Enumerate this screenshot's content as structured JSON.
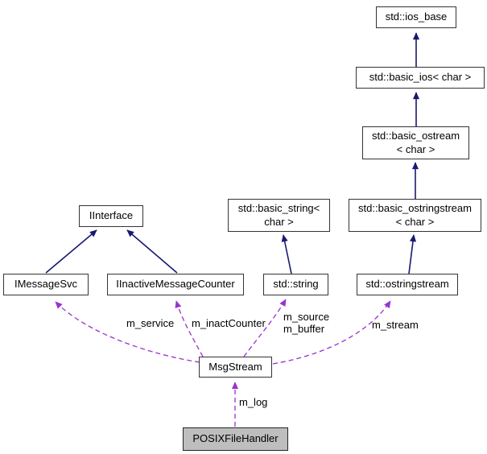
{
  "diagram": {
    "type": "collaboration-graph",
    "nodes": [
      {
        "id": "std-ios-base",
        "label": "std::ios_base"
      },
      {
        "id": "std-basic-ios",
        "label": "std::basic_ios< char >"
      },
      {
        "id": "std-basic-ostream",
        "label": "std::basic_ostream\n< char >"
      },
      {
        "id": "std-basic-ostringstream",
        "label": "std::basic_ostringstream\n< char >"
      },
      {
        "id": "std-ostringstream",
        "label": "std::ostringstream"
      },
      {
        "id": "std-basic-string",
        "label": "std::basic_string<\nchar >"
      },
      {
        "id": "std-string",
        "label": "std::string"
      },
      {
        "id": "iinterface",
        "label": "IInterface"
      },
      {
        "id": "imessagesvc",
        "label": "IMessageSvc"
      },
      {
        "id": "iinactivemessagecounter",
        "label": "IInactiveMessageCounter"
      },
      {
        "id": "msgstream",
        "label": "MsgStream"
      },
      {
        "id": "posixfilehandler",
        "label": "POSIXFileHandler"
      }
    ],
    "edge_labels": {
      "service": "m_service",
      "inact": "m_inactCounter",
      "source_buffer": "m_source\nm_buffer",
      "stream": "m_stream",
      "log": "m_log"
    },
    "colors": {
      "inheritance_edge": "#191970",
      "usage_edge": "#9a32cd",
      "node_border": "#343434",
      "node_fill": "#ffffff",
      "focus_node_fill": "#bebebe",
      "text": "#000000",
      "background": "#ffffff"
    }
  }
}
